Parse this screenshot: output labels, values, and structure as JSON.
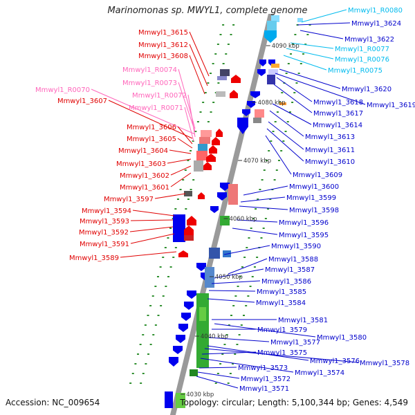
{
  "title": "Marinomonas sp. MWYL1, complete genome",
  "accession": "Accession: NC_009654",
  "summary": "Topology: circular; Length: 5,100,344 bp; Genes: 4,549",
  "colors": {
    "backbone": "#9a9a9a",
    "red_labels": "#e00000",
    "blue_labels": "#0000cc",
    "pink_labels": "#ff66bb",
    "cyan_labels": "#00bbee",
    "rna_feature": "#3399cc",
    "cds_forward": "#0000ee",
    "cds_reverse": "#ee0000",
    "cds_green": "#33aa33",
    "dots": "#2f8f2f"
  },
  "kbp_ticks": [
    "4090 kbp",
    "4080 kbp",
    "4070 kbp",
    "4060 kbp",
    "4050 kbp",
    "4040 kbp",
    "4030 kbp"
  ],
  "left_labels": [
    {
      "text": "Mmwyl1_3615",
      "class": "red"
    },
    {
      "text": "Mmwyl1_3612",
      "class": "red"
    },
    {
      "text": "Mmwyl1_3608",
      "class": "red"
    },
    {
      "text": "Mmwyl1_R0074",
      "class": "pink"
    },
    {
      "text": "Mmwyl1_R0073",
      "class": "pink"
    },
    {
      "text": "Mmwyl1_R0070",
      "class": "pink"
    },
    {
      "text": "Mmwyl1_R0072",
      "class": "pink"
    },
    {
      "text": "Mmwyl1_3607",
      "class": "red"
    },
    {
      "text": "Mmwyl1_R0071",
      "class": "pink"
    },
    {
      "text": "Mmwyl1_3606",
      "class": "red"
    },
    {
      "text": "Mmwyl1_3605",
      "class": "red"
    },
    {
      "text": "Mmwyl1_3604",
      "class": "red"
    },
    {
      "text": "Mmwyl1_3603",
      "class": "red"
    },
    {
      "text": "Mmwyl1_3602",
      "class": "red"
    },
    {
      "text": "Mmwyl1_3601",
      "class": "red"
    },
    {
      "text": "Mmwyl1_3597",
      "class": "red"
    },
    {
      "text": "Mmwyl1_3594",
      "class": "red"
    },
    {
      "text": "Mmwyl1_3593",
      "class": "red"
    },
    {
      "text": "Mmwyl1_3592",
      "class": "red"
    },
    {
      "text": "Mmwyl1_3591",
      "class": "red"
    },
    {
      "text": "Mmwyl1_3589",
      "class": "red"
    }
  ],
  "right_labels": [
    {
      "text": "Mmwyl1_R0080",
      "class": "cyan"
    },
    {
      "text": "Mmwyl1_3624",
      "class": "blue"
    },
    {
      "text": "Mmwyl1_3622",
      "class": "blue"
    },
    {
      "text": "Mmwyl1_R0077",
      "class": "cyan"
    },
    {
      "text": "Mmwyl1_R0076",
      "class": "cyan"
    },
    {
      "text": "Mmwyl1_R0075",
      "class": "cyan"
    },
    {
      "text": "Mmwyl1_3620",
      "class": "blue"
    },
    {
      "text": "Mmwyl1_3618",
      "class": "blue"
    },
    {
      "text": "Mmwyl1_3619",
      "class": "blue"
    },
    {
      "text": "Mmwyl1_3617",
      "class": "blue"
    },
    {
      "text": "Mmwyl1_3614",
      "class": "blue"
    },
    {
      "text": "Mmwyl1_3613",
      "class": "blue"
    },
    {
      "text": "Mmwyl1_3611",
      "class": "blue"
    },
    {
      "text": "Mmwyl1_3610",
      "class": "blue"
    },
    {
      "text": "Mmwyl1_3609",
      "class": "blue"
    },
    {
      "text": "Mmwyl1_3600",
      "class": "blue"
    },
    {
      "text": "Mmwyl1_3599",
      "class": "blue"
    },
    {
      "text": "Mmwyl1_3598",
      "class": "blue"
    },
    {
      "text": "Mmwyl1_3596",
      "class": "blue"
    },
    {
      "text": "Mmwyl1_3595",
      "class": "blue"
    },
    {
      "text": "Mmwyl1_3590",
      "class": "blue"
    },
    {
      "text": "Mmwyl1_3588",
      "class": "blue"
    },
    {
      "text": "Mmwyl1_3587",
      "class": "blue"
    },
    {
      "text": "Mmwyl1_3586",
      "class": "blue"
    },
    {
      "text": "Mmwyl1_3585",
      "class": "blue"
    },
    {
      "text": "Mmwyl1_3584",
      "class": "blue"
    },
    {
      "text": "Mmwyl1_3581",
      "class": "blue"
    },
    {
      "text": "Mmwyl1_3580",
      "class": "blue"
    },
    {
      "text": "Mmwyl1_3579",
      "class": "blue"
    },
    {
      "text": "Mmwyl1_3577",
      "class": "blue"
    },
    {
      "text": "Mmwyl1_3576",
      "class": "blue"
    },
    {
      "text": "Mmwyl1_3578",
      "class": "blue"
    },
    {
      "text": "Mmwyl1_3575",
      "class": "blue"
    },
    {
      "text": "Mmwyl1_3574",
      "class": "blue"
    },
    {
      "text": "Mmwyl1_3573",
      "class": "blue"
    },
    {
      "text": "Mmwyl1_3572",
      "class": "blue"
    },
    {
      "text": "Mmwyl1_3571",
      "class": "blue"
    }
  ]
}
